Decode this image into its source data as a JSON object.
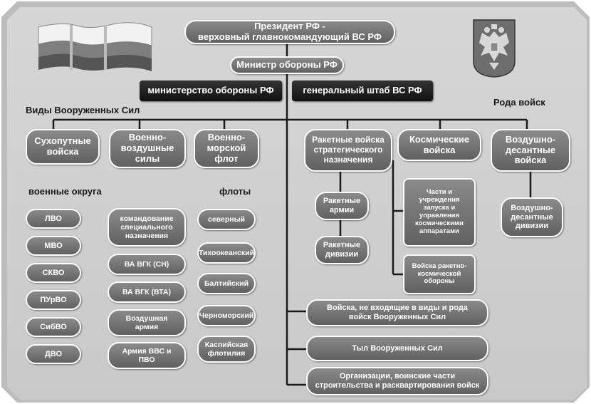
{
  "top": {
    "president": "Президент РФ -\nверховный главнокомандующий ВС РФ",
    "minister": "Министр обороны РФ",
    "ministry": "министерство обороны РФ",
    "general_staff": "генеральный штаб ВС РФ"
  },
  "labels": {
    "branches": "Виды Вооруженных Сил",
    "arms": "Рода войск",
    "districts": "военные округа",
    "fleets": "флоты"
  },
  "branches": {
    "ground": "Сухопутные\nвойска",
    "air": "Военно-\nвоздушные\nсилы",
    "navy": "Военно-\nморской\nфлот"
  },
  "arms": {
    "rvsn": "Ракетные войска\nстратегического\nназначения",
    "space": "Космические\nвойска",
    "vdv": "Воздушно-\nдесантные\nвойска"
  },
  "districts": [
    "ЛВО",
    "МВО",
    "СКВО",
    "ПУрВО",
    "СибВО",
    "ДВО"
  ],
  "air_units": [
    "командование\nспециального\nназначения",
    "ВА ВГК (СН)",
    "ВА ВГК (ВТА)",
    "Воздушная\nармия",
    "Армия ВВС и\nПВО"
  ],
  "fleets": [
    "северный",
    "Тихоокеанский",
    "Балтийский",
    "Черноморский",
    "Каспийская\nфлотилия"
  ],
  "rvsn_units": [
    "Ракетные\nармии",
    "Ракетные\nдивизии"
  ],
  "space_units": [
    "Части и\nучреждения\nзапуска и\nуправления\nкосмическими\nаппаратами",
    "Войска ракетно-\nкосмической\nобороны"
  ],
  "vdv_units": [
    "Воздушно-\nдесантные\nдивизии"
  ],
  "other": [
    "Войска, не входящие в виды и рода\nвойск Вооруженных Сил",
    "Тыл Вооруженных Сил",
    "Организации, воинские части\nстроительства и расквартирования войск"
  ],
  "colors": {
    "box_top": "#8a8a8a",
    "box_bottom": "#616161",
    "dark_box": "#1a1a1a",
    "background": "#cfcfcf",
    "flag_white": "#f0f0f0",
    "flag_blue": "#7a7a7a",
    "flag_red": "#5a5a5a"
  },
  "icons": {
    "flag": "russian-flag-icon",
    "emblem": "double-headed-eagle-emblem-icon"
  }
}
